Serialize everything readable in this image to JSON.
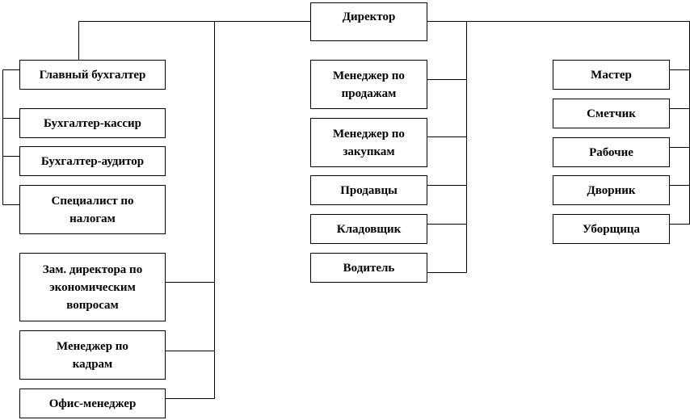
{
  "director": "Директор",
  "left_group": {
    "accounting": [
      "Главный бухгалтер",
      "Бухгалтер-кассир",
      "Бухгалтер-аудитор",
      "Специалист по налогам"
    ],
    "admin": [
      "Зам. директора по экономическим вопросам",
      "Менеджер по кадрам",
      "Офис-менеджер"
    ]
  },
  "middle_group": [
    "Менеджер по продажам",
    "Менеджер по закупкам",
    "Продавцы",
    "Кладовщик",
    "Водитель"
  ],
  "right_group": [
    "Мастер",
    "Сметчик",
    "Рабочие",
    "Дворник",
    "Уборщица"
  ]
}
